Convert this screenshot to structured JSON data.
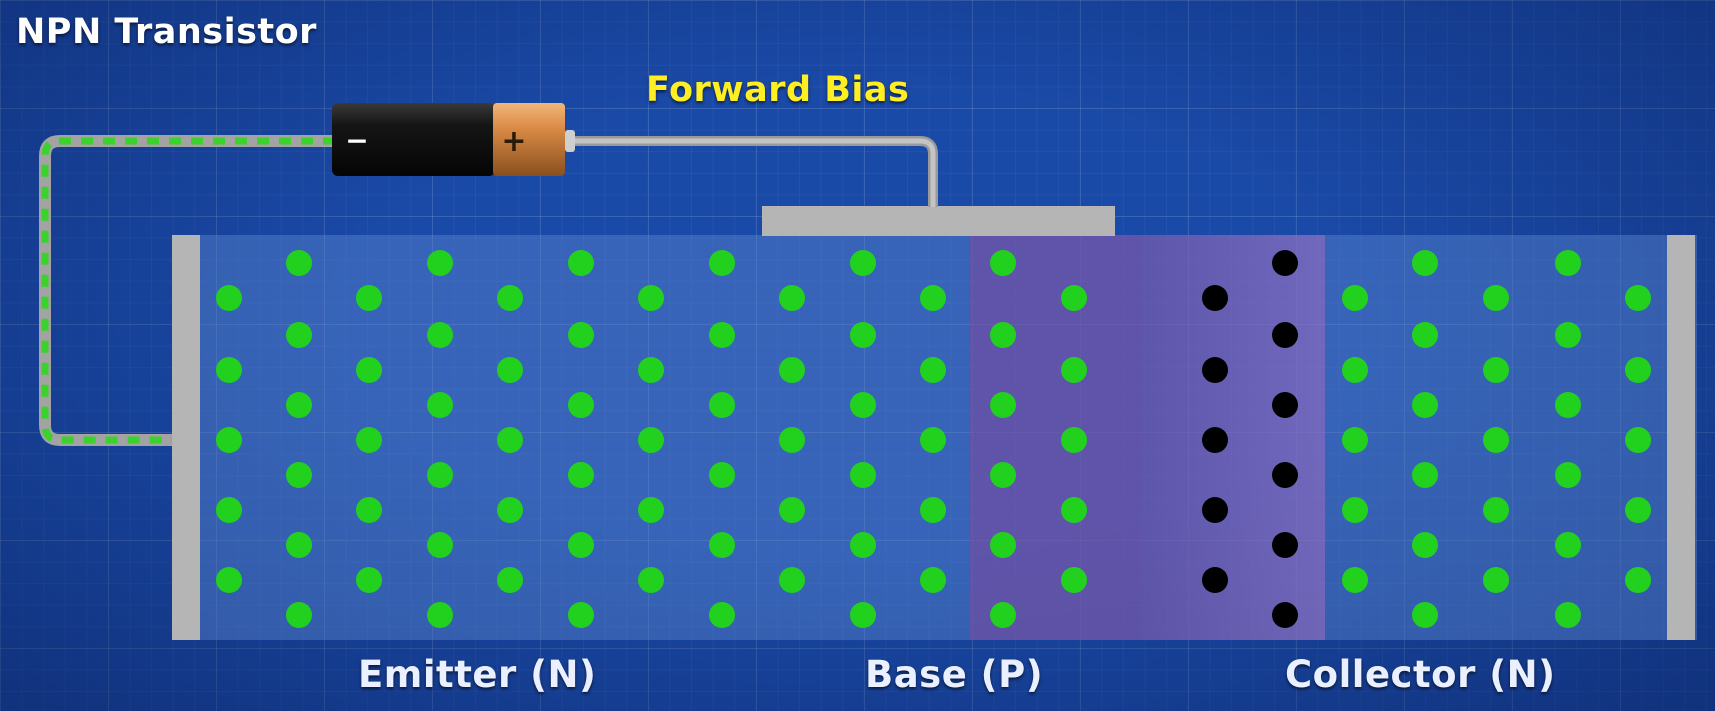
{
  "title": "NPN Transistor",
  "bias_label": "Forward Bias",
  "battery": {
    "negative_symbol": "−",
    "positive_symbol": "+"
  },
  "regions": {
    "emitter": "Emitter (N)",
    "base": "Base (P)",
    "collector": "Collector (N)"
  },
  "colors": {
    "electron": "#22d11e",
    "hole": "#000000",
    "base_region": "#7a4a9e",
    "depletion": "#8a5aa8",
    "wire": "#b0b0b0",
    "conducting_wire_dash": "#3bd22e",
    "forward_bias_text": "#ffee22"
  },
  "particles": {
    "electron_icon": "green-dot",
    "hole_icon": "black-dot"
  }
}
